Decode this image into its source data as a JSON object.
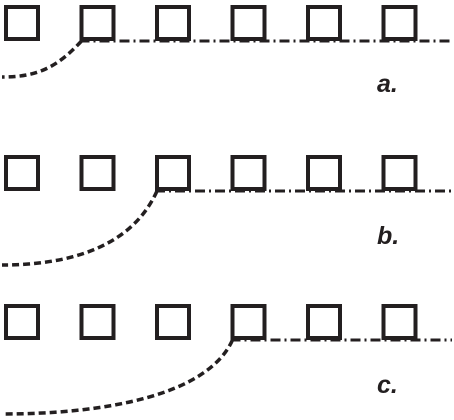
{
  "diagram": {
    "stroke_color": "#231f20",
    "background_color": "#ffffff",
    "panels": [
      {
        "id": "a",
        "label": "a.",
        "square_count": 6,
        "hook_square_index": 1
      },
      {
        "id": "b",
        "label": "b.",
        "square_count": 6,
        "hook_square_index": 2
      },
      {
        "id": "c",
        "label": "c.",
        "square_count": 6,
        "hook_square_index": 3
      }
    ]
  }
}
